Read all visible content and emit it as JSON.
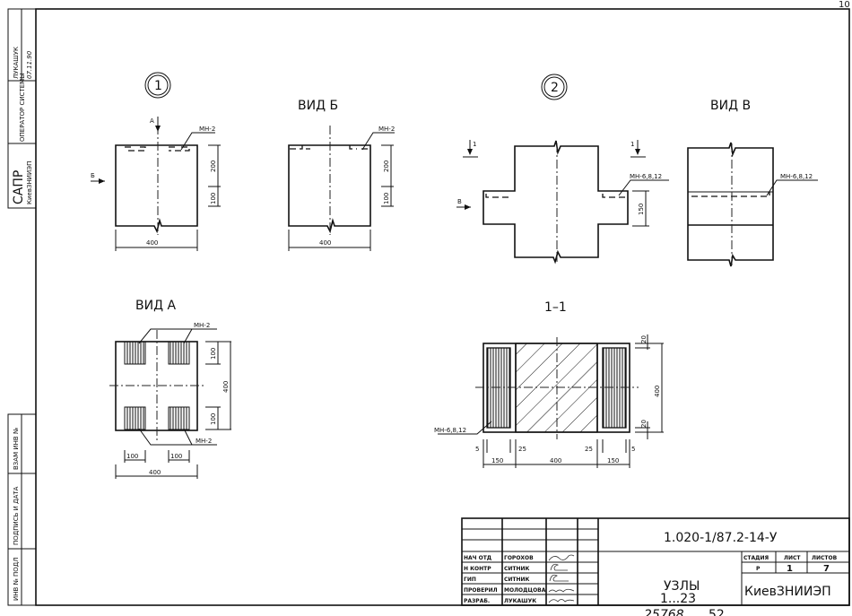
{
  "side_stamp": {
    "sapr": "САПР",
    "org": "КиевЗНИИЭП",
    "operator_label": "ОПЕРАТОР СИСТЕМЫ",
    "operator_name": "ЛУКАШУК",
    "operator_sign": "07.11.90",
    "inv_podl": "ИНВ № ПОДЛ",
    "podpis_data": "ПОДПИСЬ И ДАТА",
    "vzam_inv": "ВЗАМ ИНВ №"
  },
  "detail1": {
    "marker": "1",
    "view_arrow_a": "А",
    "view_arrow_b": "Б",
    "part": "МН-2",
    "dim_200": "200",
    "dim_100": "100",
    "dim_width": "400"
  },
  "view_b": {
    "title": "ВИД Б",
    "part": "МН-2",
    "dim_200": "200",
    "dim_100": "100",
    "dim_width": "400"
  },
  "detail2": {
    "marker": "2",
    "section_mark_left": "1",
    "section_mark_right": "1",
    "view_arrow_v": "В",
    "part": "МН-6,8,12",
    "dim_150": "150"
  },
  "view_v": {
    "title": "ВИД В",
    "part": "МН-6,8,12"
  },
  "view_a": {
    "title": "ВИД А",
    "part_top": "МН-2",
    "part_bottom": "МН-2",
    "dim_100_top": "100",
    "dim_100_bottom": "100",
    "dim_400_v": "400",
    "dim_100_left": "100",
    "dim_100_right": "100",
    "dim_400_h": "400"
  },
  "section_1_1": {
    "title": "1–1",
    "part": "МН-6,8,12",
    "dim_20_top": "20",
    "dim_20_bottom": "20",
    "dim_400_v": "400",
    "dim_5_left": "5",
    "dim_25_left": "25",
    "dim_25_right": "25",
    "dim_5_right": "5",
    "dim_150_left": "150",
    "dim_400_h": "400",
    "dim_150_right": "150"
  },
  "title_block": {
    "code": "1.020-1/87.2-14-У",
    "roles": [
      "НАЧ ОТД",
      "Н КОНТР",
      "ГИП",
      "ПРОВЕРИЛ",
      "РАЗРАБ."
    ],
    "names": [
      "ГОРОХОВ",
      "СИТНИК",
      "СИТНИК",
      "МОЛОДЦОВА",
      "ЛУКАШУК"
    ],
    "title_line1": "УЗЛЫ",
    "title_line2": "1...23",
    "stage_label": "СТАДИЯ",
    "sheet_label": "ЛИСТ",
    "sheets_label": "ЛИСТОВ",
    "stage": "Р",
    "sheet": "1",
    "sheets": "7",
    "organization": "КиевЗНИИЭП"
  },
  "footer": {
    "inventory": "25768",
    "page": "52"
  },
  "corner": {
    "page_fragment": "10"
  }
}
